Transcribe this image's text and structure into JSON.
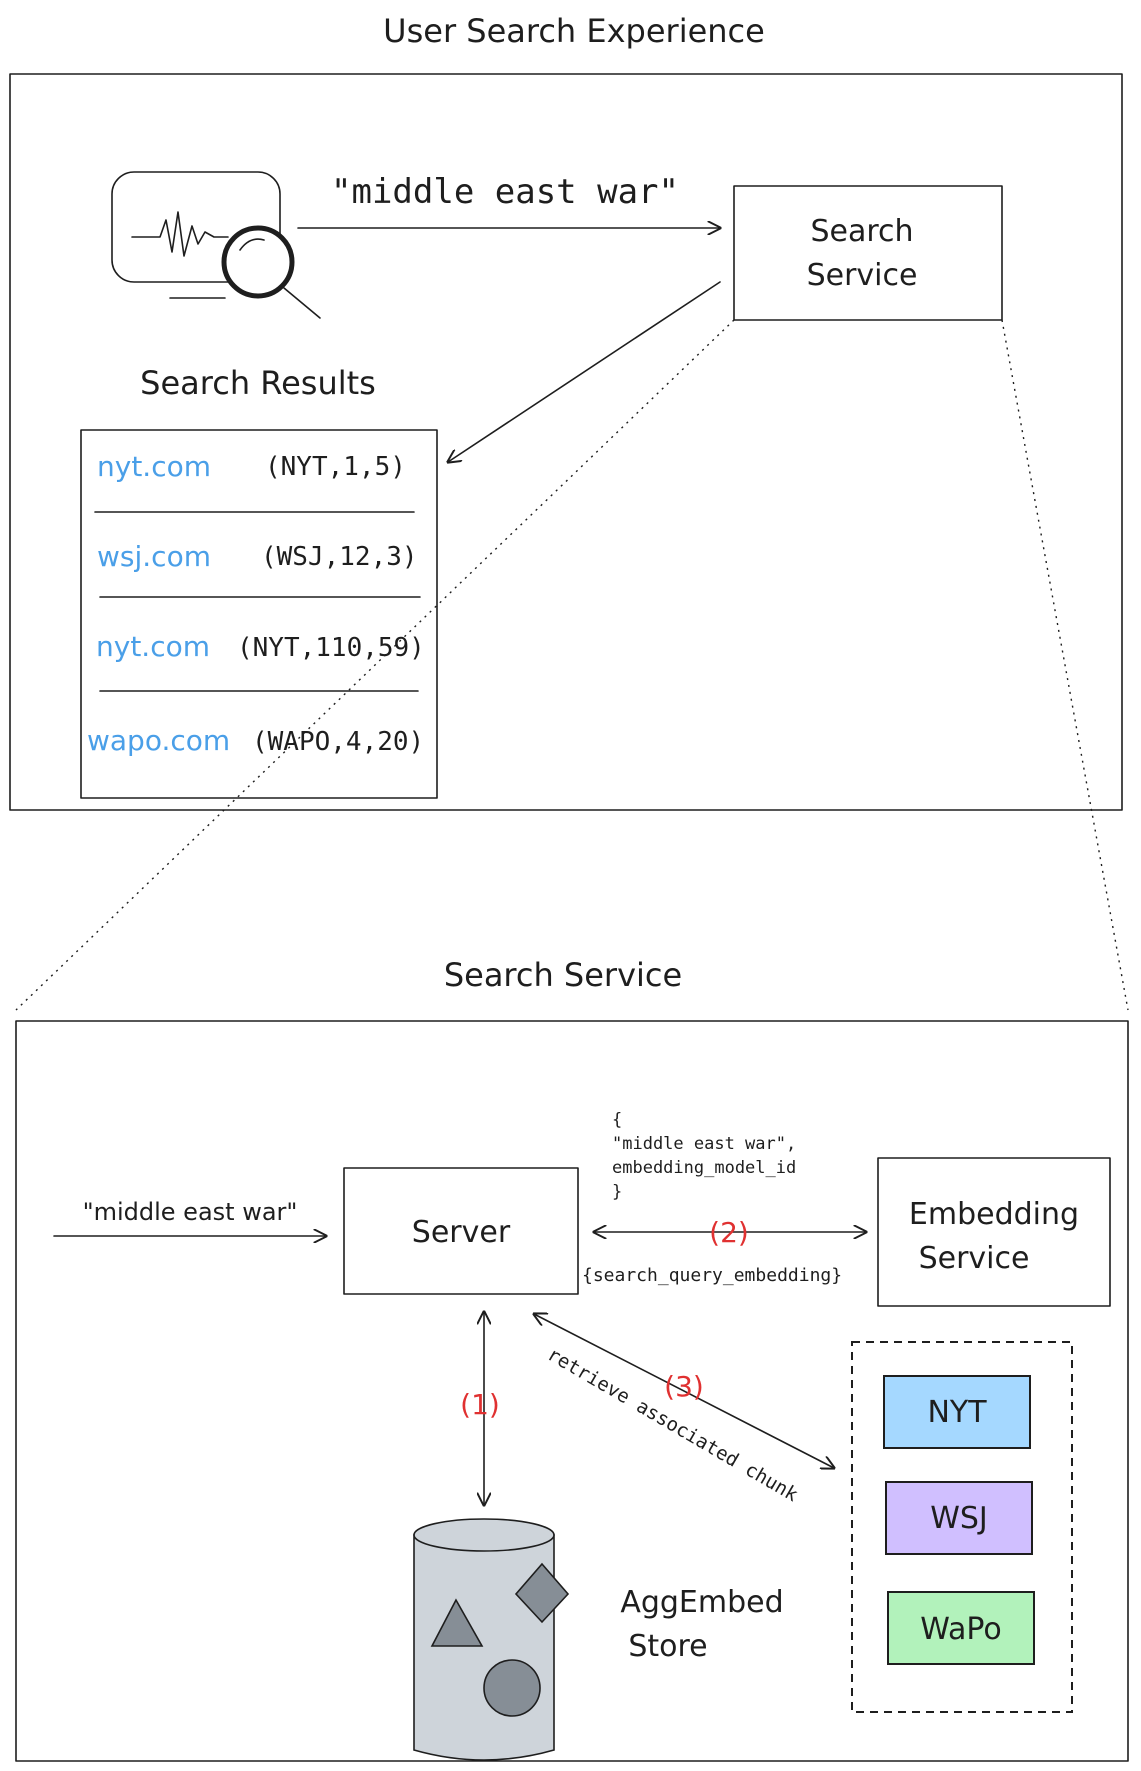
{
  "top_section": {
    "title": "User Search Experience",
    "query_label": "\"middle east war\"",
    "search_service_line1": "Search",
    "search_service_line2": "Service",
    "results_title": "Search Results",
    "results": [
      {
        "domain": "nyt.com",
        "meta": "(NYT,1,5)"
      },
      {
        "domain": "wsj.com",
        "meta": "(WSJ,12,3)"
      },
      {
        "domain": "nyt.com",
        "meta": "(NYT,110,59)"
      },
      {
        "domain": "wapo.com",
        "meta": "(WAPO,4,20)"
      }
    ]
  },
  "bottom_section": {
    "title": "Search Service",
    "query_label": "\"middle east war\"",
    "server_label": "Server",
    "payload_lines": [
      "{",
      "\"middle east war\",",
      "embedding_model_id",
      "}"
    ],
    "step2_label": "(2)",
    "embedding_response": "{search_query_embedding}",
    "embedding_line1": "Embedding",
    "embedding_line2": "Service",
    "step1_label": "(1)",
    "step3_label": "(3)",
    "retrieve_label": "retrieve associated chunk",
    "store_line1": "AggEmbed",
    "store_line2": "Store",
    "sources": [
      {
        "name": "NYT",
        "color": "#a5d8ff"
      },
      {
        "name": "WSJ",
        "color": "#d0bfff"
      },
      {
        "name": "WaPo",
        "color": "#b2f2bb"
      }
    ]
  },
  "colors": {
    "link": "#4a9fe8",
    "step_red": "#e03131",
    "store_fill": "#ced4da",
    "shape_fill": "#868e96"
  }
}
